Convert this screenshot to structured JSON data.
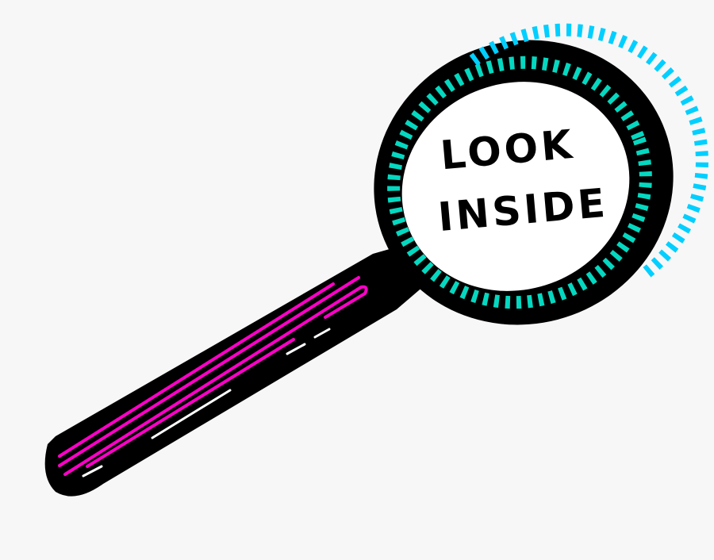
{
  "illustration": {
    "subject": "magnifying-glass",
    "lens_text": {
      "line1": "LOOK",
      "line2": "INSIDE"
    },
    "colors": {
      "background": "#f7f7f7",
      "outline": "#000000",
      "lens_fill": "#ffffff",
      "rim_dash_teal": "#05d8c0",
      "rim_dash_cyan": "#00cfff",
      "handle_stripes": "#ff00c8",
      "handle_highlight": "#ffffff"
    }
  }
}
